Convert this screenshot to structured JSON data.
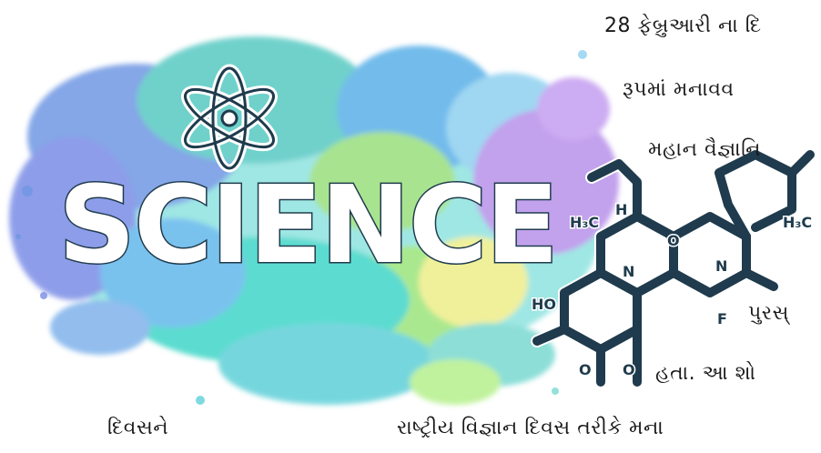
{
  "artwork": {
    "word": "SCIENCE",
    "molecule_labels": {
      "h3c_left": "H₃C",
      "h_top": "H",
      "o_ring": "O",
      "n_left": "N",
      "n_right": "N",
      "h3c_right": "H₃C",
      "ho": "HO",
      "f": "F",
      "o_bottom_left": "O",
      "o_bottom_right": "O"
    },
    "colors": {
      "teal": "#3fd6c8",
      "blue": "#5aa8e6",
      "purple": "#b58ee8",
      "green": "#9be07a",
      "yellow": "#f2f08a",
      "stroke": "#1f3b4d"
    }
  },
  "article": {
    "lines": [
      "28 ફેબ્રુઆરી ના દિ",
      "રૂપમાં મનાવવ",
      "મહાન વૈજ્ઞાનિ",
      "પુરસ્",
      "હતા. આ શો",
      "દિવસને",
      "રાષ્ટ્રીય વિજ્ઞાન દિવસ તરીકે મના"
    ]
  }
}
